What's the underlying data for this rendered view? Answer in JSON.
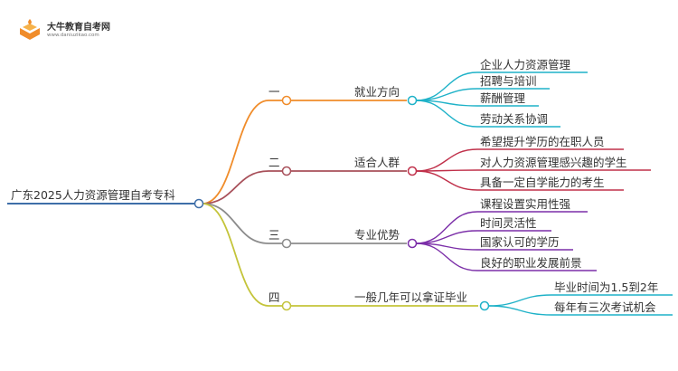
{
  "logo": {
    "title": "大牛教育自考网",
    "url_text": "www.daniuzikao.com",
    "icon": "book-flame-icon"
  },
  "root": {
    "label": "广东2025人力资源管理自考专科"
  },
  "colors": {
    "root": "#3e6ea8",
    "branches": [
      "#f08c2a",
      "#a8505a",
      "#8c8c8c",
      "#c4c43a"
    ],
    "leaves": [
      "#1fb2c8",
      "#c0304a",
      "#7b2ea8",
      "#1fb2c8"
    ]
  },
  "branches": [
    {
      "marker": "一",
      "label": "就业方向",
      "leaves": [
        "企业人力资源管理",
        "招聘与培训",
        "薪酬管理",
        "劳动关系协调"
      ]
    },
    {
      "marker": "二",
      "label": "适合人群",
      "leaves": [
        "希望提升学历的在职人员",
        "对人力资源管理感兴趣的学生",
        "具备一定自学能力的考生"
      ]
    },
    {
      "marker": "三",
      "label": "专业优势",
      "leaves": [
        "课程设置实用性强",
        "时间灵活性",
        "国家认可的学历",
        "良好的职业发展前景"
      ]
    },
    {
      "marker": "四",
      "label": "一般几年可以拿证毕业",
      "leaves": [
        "毕业时间为1.5到2年",
        "每年有三次考试机会"
      ]
    }
  ]
}
